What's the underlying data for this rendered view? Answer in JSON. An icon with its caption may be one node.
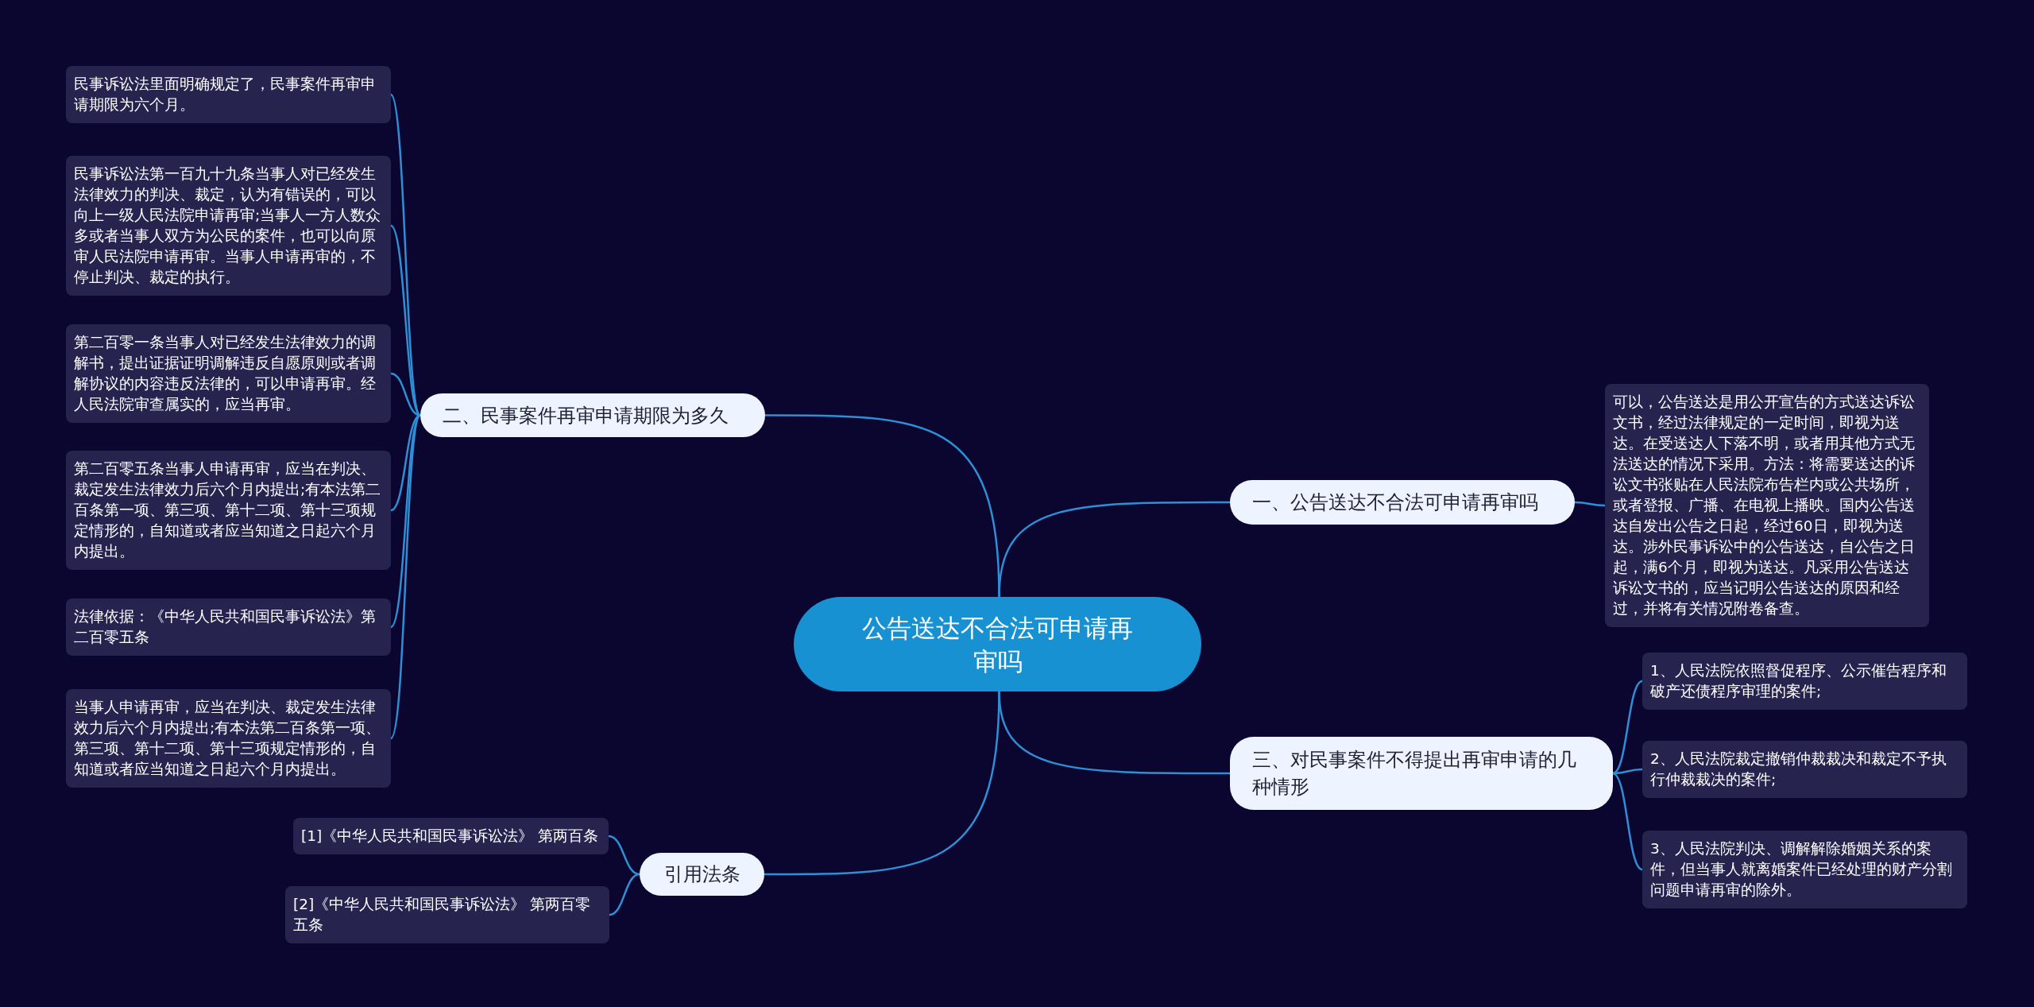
{
  "diagram": {
    "nodes": [
      {
        "text": [
          "公告送达不合法可申请再审吗"
        ]
      },
      {
        "text": [
          "一、公告送达不合法可申请再审吗"
        ]
      },
      {
        "text": [
          "可以，公告送达是用公开宣告的方式送达诉讼文书，经过法律规定的一定时间，即视为送达。在受送达人下落不明，或者用其他方式无法送达的情况下采用。方法：将需要送达的诉讼文书张贴在人民法院布告栏内或公共场所，或者登报、广播、在电视上播映。国内公告送达自发出公告之日起，经过60日，即视为送达。涉外民事诉讼中的公告送达，自公告之日起，满6个月，即视为送达。凡采用公告送达诉讼文书的，应当记明公告送达的原因和经过，并将有关情况附卷备查。"
        ]
      },
      {
        "text": [
          "二、民事案件再审申请期限为多久"
        ]
      },
      {
        "text": [
          "民事诉讼法里面明确规定了，民事案件再审申请期限为六个月。"
        ]
      },
      {
        "text": [
          "民事诉讼法第一百九十九条当事人对已经发生法律效力的判决、裁定，认为有错误的，可以向上一级人民法院申请再审;当事人一方人数众多或者当事人双方为公民的案件，也可以向原审人民法院申请再审。当事人申请再审的，不停止判决、裁定的执行。"
        ]
      },
      {
        "text": [
          "第二百零一条当事人对已经发生法律效力的调解书，提出证据证明调解违反自愿原则或者调解协议的内容违反法律的，可以申请再审。经人民法院审查属实的，应当再审。"
        ]
      },
      {
        "text": [
          "第二百零五条当事人申请再审，应当在判决、裁定发生法律效力后六个月内提出;有本法第二百条第一项、第三项、第十二项、第十三项规定情形的，自知道或者应当知道之日起六个月内提出。"
        ]
      },
      {
        "text": [
          "法律依据：《中华人民共和国民事诉讼法》第二百零五条"
        ]
      },
      {
        "text": [
          "当事人申请再审，应当在判决、裁定发生法律效力后六个月内提出;有本法第二百条第一项、第三项、第十二项、第十三项规定情形的，自知道或者应当知道之日起六个月内提出。"
        ]
      },
      {
        "text": [
          "三、对民事案件不得提出再审申请的几种情形"
        ]
      },
      {
        "text": [
          "1、人民法院依照督促程序、公示催告程序和破产还债程序审理的案件;"
        ]
      },
      {
        "text": [
          "2、人民法院裁定撤销仲裁裁决和裁定不予执行仲裁裁决的案件;"
        ]
      },
      {
        "text": [
          "3、人民法院判决、调解解除婚姻关系的案件，但当事人就离婚案件已经处理的财产分割问题申请再审的除外。"
        ]
      },
      {
        "text": [
          "引用法条"
        ]
      },
      {
        "text": [
          "[1]《中华人民共和国民事诉讼法》 第两百条"
        ]
      },
      {
        "text": [
          "[2]《中华人民共和国民事诉讼法》 第两百零五条"
        ]
      }
    ],
    "edges": [
      {
        "from": 0,
        "to": 1,
        "arrow": "none"
      },
      {
        "from": 1,
        "to": 2,
        "arrow": "none"
      },
      {
        "from": 0,
        "to": 3,
        "arrow": "none"
      },
      {
        "from": 3,
        "to": 4,
        "arrow": "none"
      },
      {
        "from": 3,
        "to": 5,
        "arrow": "none"
      },
      {
        "from": 3,
        "to": 6,
        "arrow": "none"
      },
      {
        "from": 3,
        "to": 7,
        "arrow": "none"
      },
      {
        "from": 3,
        "to": 8,
        "arrow": "none"
      },
      {
        "from": 3,
        "to": 9,
        "arrow": "none"
      },
      {
        "from": 0,
        "to": 10,
        "arrow": "none"
      },
      {
        "from": 10,
        "to": 11,
        "arrow": "none"
      },
      {
        "from": 10,
        "to": 12,
        "arrow": "none"
      },
      {
        "from": 10,
        "to": 13,
        "arrow": "none"
      },
      {
        "from": 0,
        "to": 14,
        "arrow": "none"
      },
      {
        "from": 14,
        "to": 15,
        "arrow": "none"
      },
      {
        "from": 14,
        "to": 16,
        "arrow": "none"
      }
    ]
  }
}
